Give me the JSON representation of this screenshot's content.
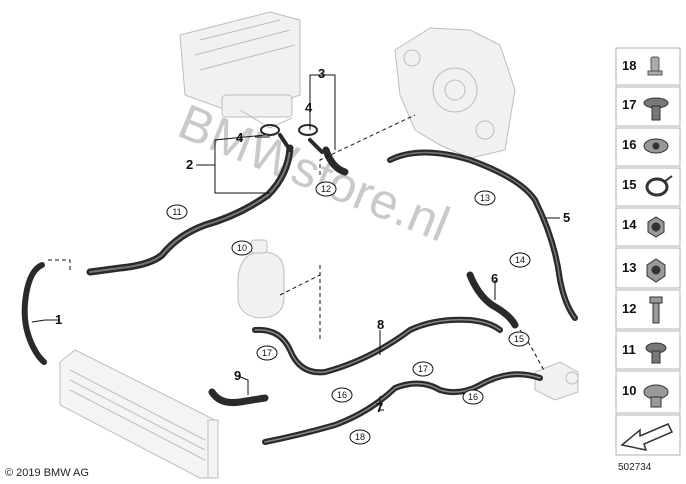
{
  "watermark": "BMWstore.nl",
  "copyright": "© 2019 BMW AG",
  "diagram_number": "502734",
  "callouts": [
    "1",
    "2",
    "3",
    "4",
    "4",
    "5",
    "6",
    "7",
    "8",
    "9"
  ],
  "circled_callouts": [
    "11",
    "10",
    "12",
    "13",
    "14",
    "17",
    "16",
    "15",
    "17",
    "16",
    "18"
  ],
  "legend": {
    "items": [
      {
        "num": "18",
        "part": "pin-clip"
      },
      {
        "num": "17",
        "part": "expanding-rivet"
      },
      {
        "num": "16",
        "part": "plug-fastener"
      },
      {
        "num": "15",
        "part": "hose-clamp"
      },
      {
        "num": "14",
        "part": "hex-nut-flanged"
      },
      {
        "num": "13",
        "part": "hex-nut"
      },
      {
        "num": "12",
        "part": "bolt"
      },
      {
        "num": "11",
        "part": "expanding-rivet-small"
      },
      {
        "num": "10",
        "part": "push-nut"
      }
    ]
  },
  "nav_icon": "arrow-icon"
}
